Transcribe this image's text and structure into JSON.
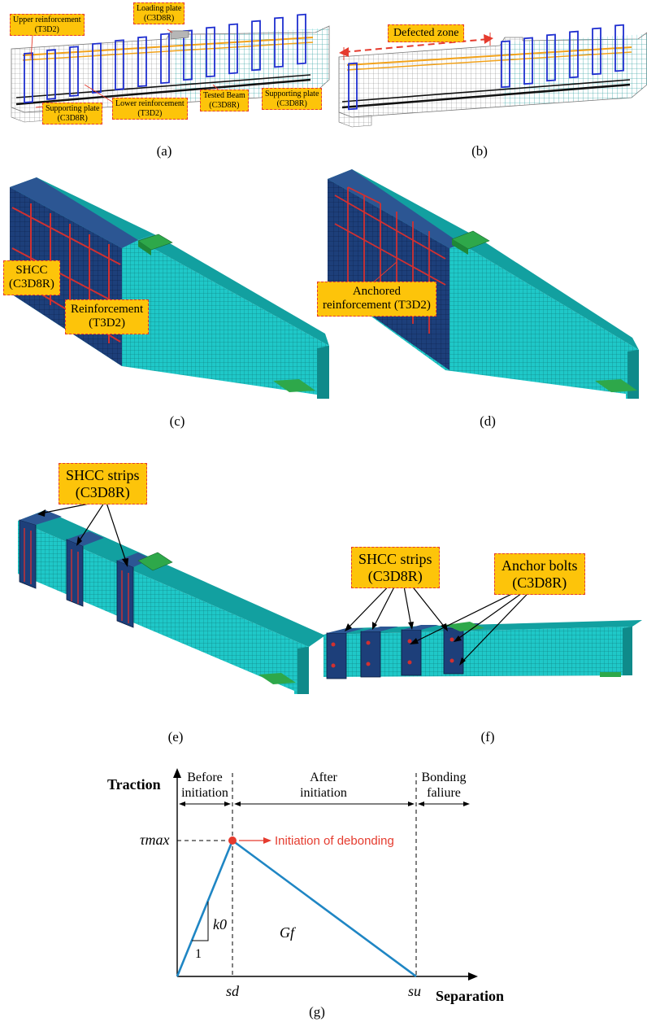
{
  "captions": {
    "a": "(a)",
    "b": "(b)",
    "c": "(c)",
    "d": "(d)",
    "e": "(e)",
    "f": "(f)",
    "g": "(g)"
  },
  "panel_a": {
    "upper_reinf": {
      "name": "Upper reinforcement",
      "type": "(T3D2)"
    },
    "loading_plate": {
      "name": "Loading plate",
      "type": "(C3D8R)"
    },
    "supporting_plate_left": {
      "name": "Supporting plate",
      "type": "(C3D8R)"
    },
    "lower_reinf": {
      "name": "Lower reinforcement",
      "type": "(T3D2)"
    },
    "tested_beam": {
      "name": "Tested Beam",
      "type": "(C3D8R)"
    },
    "supporting_plate_right": {
      "name": "Supporting plate",
      "type": "(C3D8R)"
    }
  },
  "panel_b": {
    "defected_zone": "Defected zone"
  },
  "panel_c": {
    "shcc": {
      "name": "SHCC",
      "type": "(C3D8R)"
    },
    "reinf": {
      "name": "Reinforcement",
      "type": "(T3D2)"
    }
  },
  "panel_d": {
    "anchored": {
      "name": "Anchored",
      "type": "reinforcement (T3D2)"
    }
  },
  "panel_e": {
    "strips": {
      "name": "SHCC strips",
      "type": "(C3D8R)"
    }
  },
  "panel_f": {
    "strips": {
      "name": "SHCC strips",
      "type": "(C3D8R)"
    },
    "bolts": {
      "name": "Anchor bolts",
      "type": "(C3D8R)"
    }
  },
  "panel_g": {
    "y_axis": "Traction",
    "x_axis": "Separation",
    "tau_max": "τmax",
    "region1_l1": "Before",
    "region1_l2": "initiation",
    "region2_l1": "After",
    "region2_l2": "initiation",
    "region3_l1": "Bonding",
    "region3_l2": "faliure",
    "initiation": "Initiation of debonding",
    "k0": "k0",
    "slope_one": "1",
    "gf": "Gf",
    "sd": "sd",
    "su": "su"
  },
  "colors": {
    "mesh": "#1fc8c8",
    "shcc": "#1d3f7a",
    "plate": "#2ea84a",
    "rebar": "#d23030",
    "label_bg": "#fdc40a",
    "label_border": "#e53b2e",
    "graph_line": "#1f86c4"
  }
}
